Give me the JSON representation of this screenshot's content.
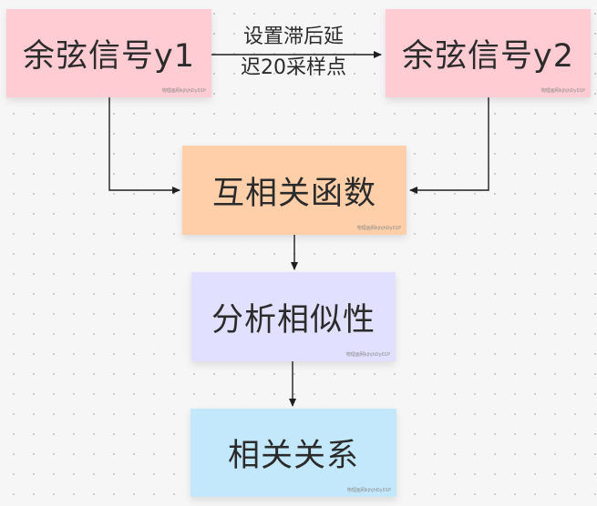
{
  "nodes": {
    "signal_y1": {
      "label": "余弦信号y1",
      "watermark": "物理画网kjhjhDy01P",
      "color": "#ffccd3"
    },
    "signal_y2": {
      "label": "余弦信号y2",
      "watermark": "物理画网kjhjhDy01P",
      "color": "#ffccd3"
    },
    "cross_correlation": {
      "label": "互相关函数",
      "watermark": "物理画网kjhjhDy01P",
      "color": "#ffcfa9"
    },
    "similarity": {
      "label": "分析相似性",
      "watermark": "物理画网kjhjhDy01P",
      "color": "#e2e0ff"
    },
    "relationship": {
      "label": "相关关系",
      "watermark": "物理画网kjhjhDy01P",
      "color": "#c4e8fb"
    }
  },
  "edge_label": {
    "line1": "设置滞后延",
    "line2": "迟20采样点"
  }
}
